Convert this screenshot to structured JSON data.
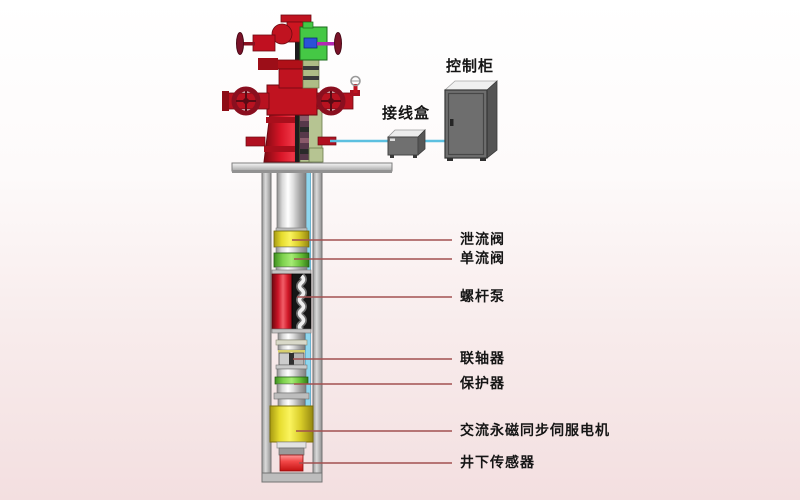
{
  "surface": {
    "control_cabinet_label": "控制柜",
    "junction_box_label": "接线盒"
  },
  "downhole": {
    "labels": [
      "泄流阀",
      "单流阀",
      "螺杆泵",
      "联轴器",
      "保护器",
      "交流永磁同步伺服电机",
      "井下传感器"
    ]
  },
  "colors": {
    "background_top": "#ffffff",
    "background_bottom": "#f3dfe0",
    "cable_blue": "#5cc0e0",
    "leader_line_red": "#a25050",
    "wellhead_red": "#c4101c",
    "cutaway_green": "#45c845",
    "casing_gray": "#c2c2c2",
    "drain_valve_yellow": "#f0e63c",
    "check_valve_green": "#7ed24e",
    "pump_red": "#d01828",
    "motor_yellow": "#f2e84a",
    "sensor_red": "#e83030",
    "cabinet_gray": "#6e6e6e"
  }
}
